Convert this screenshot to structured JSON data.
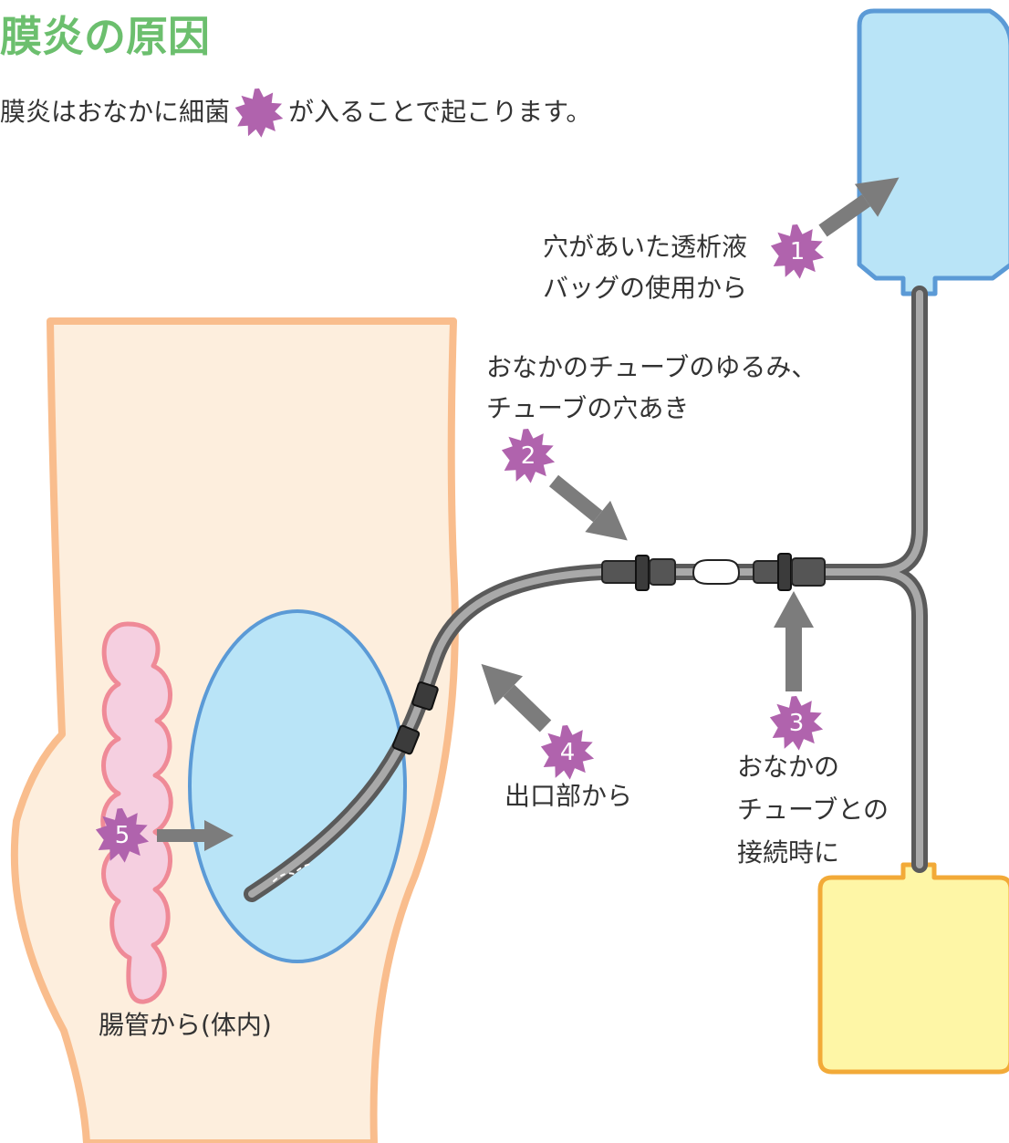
{
  "title": "膜炎の原因",
  "intro": {
    "before": "膜炎はおなかに細菌",
    "after": "が入ることで起こります。"
  },
  "causes": [
    {
      "number": "1",
      "lines": [
        "穴があいた透析液",
        "バッグの使用から"
      ]
    },
    {
      "number": "2",
      "lines": [
        "おなかのチューブのゆるみ、",
        "チューブの穴あき"
      ]
    },
    {
      "number": "3",
      "lines": [
        "おなかの",
        "チューブとの",
        "接続時に"
      ]
    },
    {
      "number": "4",
      "lines": [
        "出口部から"
      ]
    },
    {
      "number": "5",
      "lines": [
        "腸管から(体内)"
      ]
    }
  ],
  "colors": {
    "title": "#6cbf6e",
    "bacteria": "#b063ad",
    "body_fill": "#fdeedd",
    "body_outline": "#f9bd8d",
    "peritoneum_fill": "#b9e4f7",
    "peritoneum_outline": "#5b9ad6",
    "intestine_fill": "#f5cfe0",
    "intestine_outline": "#ef8a97",
    "fresh_bag_fill": "#b9e4f7",
    "drain_bag_fill": "#fef6a6",
    "drain_bag_outline": "#f2aa38",
    "arrow": "#7c7c7c",
    "tube": "#5a5a5a"
  },
  "icons": [
    "bacteria-burst-icon",
    "arrow-icon"
  ]
}
